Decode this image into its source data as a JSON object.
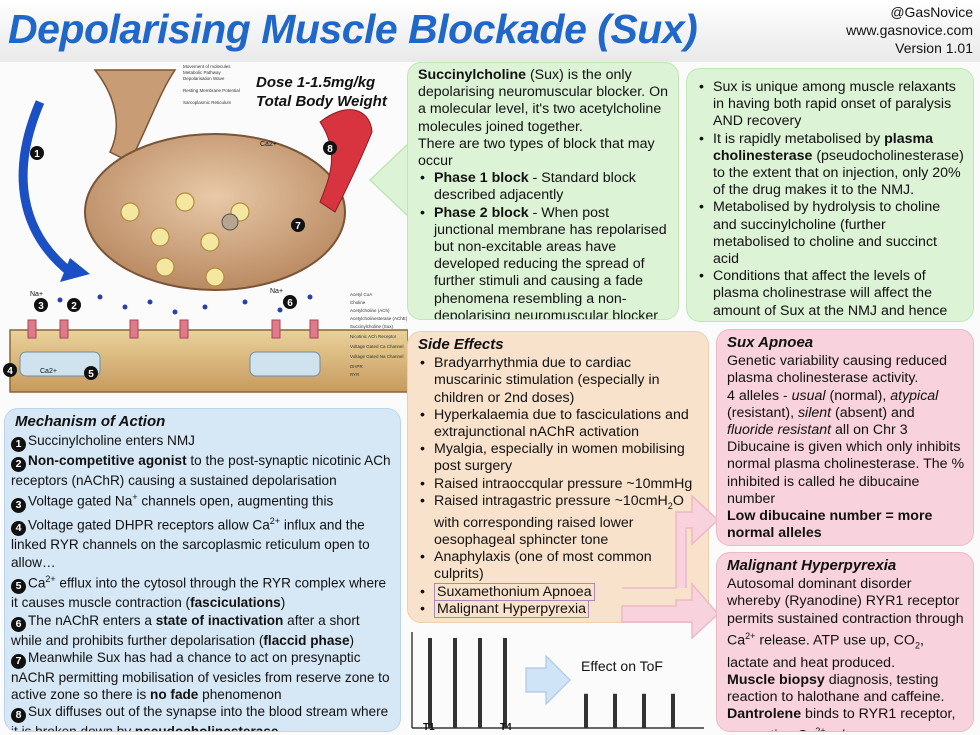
{
  "header": {
    "title": "Depolarising Muscle Blockade (Sux)",
    "handle": "@GasNovice",
    "site": "www.gasnovice.com",
    "version": "Version 1.01"
  },
  "dose": {
    "line1": "Dose 1-1.5mg/kg",
    "line2": "Total Body Weight"
  },
  "illustration": {
    "legend_top": [
      "Movement of molecules",
      "Metabolic Pathway",
      "Depolarisation Wave",
      "Resting Membrane Potential",
      "Sarcoplasmic Reticulum"
    ],
    "legend_side": [
      "Acetyl CoA",
      "Choline",
      "Acetylcholine (ACh)",
      "Acetylcholinesterase (AChE)",
      "Succinylcholine (Sux)",
      "Nicotinic ACh Receptor",
      "Voltage Gated Ca Channel",
      "Voltage Gated Na Channel",
      "DHPR",
      "RYR"
    ],
    "markers": [
      "1",
      "2",
      "3",
      "4",
      "5",
      "6",
      "7",
      "8"
    ],
    "ion_na": "Na+",
    "ion_ca": "Ca2+"
  },
  "sux_intro": {
    "drug": "Succinylcholine",
    "intro": " (Sux) is the only depolarising neuromuscular blocker. On a molecular level, it's two acetylcholine molecules joined together.",
    "types": "There are two types of block that may occur",
    "phase1_title": "Phase 1 block",
    "phase1_text": " - Standard block described adjacently",
    "phase2_title": "Phase 2 block",
    "phase2_text": " - When post junctional membrane has repolarised but non-excitable areas have developed reducing the spread of further stimuli and causing a fade phenomena resembling a non-depolarising neuromuscular blocker"
  },
  "metabolism": {
    "b1": "Sux is unique among muscle relaxants in having both rapid onset of paralysis AND recovery",
    "b2_pre": "It is rapidly metabolised by ",
    "b2_bold": "plasma cholinesterase",
    "b2_post": " (pseudocholinesterase) to the extent that on injection, only 20% of the drug makes it to the NMJ.",
    "b3": "Metabolised by hydrolysis to choline and succinylcholine (further metabolised to choline and succinct acid",
    "b4": "Conditions that affect the levels of plasma cholinestrase will affect the amount of Sux at the NMJ and hence duration of block"
  },
  "side_effects": {
    "heading": "Side Effects",
    "items": [
      "Bradyarrhythmia due to cardiac muscarinic stimulation (especially in children or 2nd doses)",
      "Hyperkalaemia due to fasciculations and extrajunctional nAChR activation",
      "Myalgia, especially in women mobilising post surgery",
      "Raised intraoccqular pressure ~10mmHg"
    ],
    "gastric_pre": "Raised intragastric pressure ~10cmH",
    "gastric_sub": "2",
    "gastric_post": "O with corresponding raised lower oesophageal sphincter tone",
    "anaphylaxis": "Anaphylaxis (one of most common culprits)",
    "apnoea_link": "Suxamethonium Apnoea",
    "mh_link": "Malignant Hyperpyrexia"
  },
  "apnoea": {
    "heading": "Sux Apnoea",
    "p1": "Genetic variability causing reduced plasma cholinesterase activity.",
    "alleles_pre": "4 alleles - ",
    "usual": "usual",
    "usual_post": " (normal), ",
    "atypical": "atypical",
    "atypical_post": " (resistant), ",
    "silent": "silent",
    "silent_post": " (absent) and ",
    "fluoride": "fluoride resistant",
    "fluoride_post": " all on Chr 3",
    "p3": "Dibucaine is given which only inhibits normal plasma cholinesterase. The % inhibited is called he dibucaine number",
    "p4": "Low dibucaine number = more normal alleles"
  },
  "mh": {
    "heading": "Malignant Hyperpyrexia",
    "p1_pre": "Autosomal dominant disorder whereby (Ryanodine) RYR1 receptor permits sustained contraction  through Ca",
    "p1_sup": "2+",
    "p1_mid": " release. ATP use up, CO",
    "p1_sub": "2",
    "p1_post": ", lactate and heat produced.",
    "biopsy_bold": "Muscle biopsy",
    "biopsy_post": " diagnosis, testing reaction to halothane and caffeine.",
    "dantrolene_bold": "Dantrolene",
    "dantrolene_post": " binds to RYR1 receptor, preventing Ca",
    "dantrolene_sup": "2+",
    "dantrolene_end": " release"
  },
  "mechanism": {
    "heading": "Mechanism of Action",
    "s1": "Succinylcholine enters NMJ",
    "s2_bold": "Non-competitive agonist",
    "s2_post": " to the post-synaptic nicotinic ACh receptors (nAChR) causing a sustained depolarisation",
    "s3_pre": "Voltage gated Na",
    "s3_sup": "+",
    "s3_post": " channels open, augmenting this",
    "s4_pre": "Voltage gated DHPR receptors allow Ca",
    "s4_sup": "2+",
    "s4_post": " influx and the linked RYR channels on the sarcoplasmic reticulum open to allow…",
    "s5_pre": "Ca",
    "s5_sup": "2+",
    "s5_mid": " efflux into the cytosol through the RYR complex where it causes muscle contraction (",
    "s5_bold": "fasciculations",
    "s5_post": ")",
    "s6_pre": "The nAChR enters a ",
    "s6_bold": "state of inactivation",
    "s6_mid": " after a short while and prohibits further depolarisation (",
    "s6_bold2": "flaccid phase",
    "s6_post": ")",
    "s7_pre": "Meanwhile Sux has had a chance to act on presynaptic nAChR permitting mobilisation of vesicles from reserve zone to active zone so there is ",
    "s7_bold": "no fade",
    "s7_post": " phenomenon",
    "s8_pre": "Sux diffuses out of the synapse into the blood stream where it is broken down by ",
    "s8_bold": "pseudocholinesterase"
  },
  "tof": {
    "label": "Effect on ToF",
    "t1": "T1",
    "t4": "T4",
    "before_heights": [
      1.0,
      1.0,
      1.0,
      1.0
    ],
    "after_heights": [
      0.38,
      0.38,
      0.38,
      0.38
    ]
  }
}
